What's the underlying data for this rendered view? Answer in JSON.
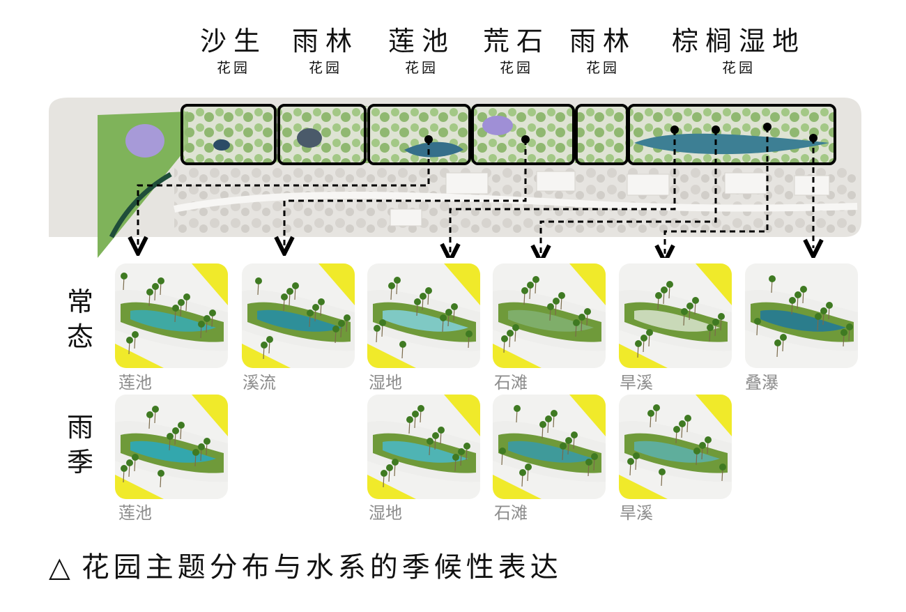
{
  "gardens": [
    {
      "name": "沙生",
      "suffix": "花园"
    },
    {
      "name": "雨林",
      "suffix": "花园"
    },
    {
      "name": "莲池",
      "suffix": "花园"
    },
    {
      "name": "荒石",
      "suffix": "花园"
    },
    {
      "name": "雨林",
      "suffix": "花园"
    },
    {
      "name": "棕榈湿地",
      "suffix": "花园"
    }
  ],
  "rows": {
    "normal": "常态",
    "rainy": "雨季"
  },
  "normal_thumbs": [
    {
      "label": "莲池",
      "water": "#3fa9a3"
    },
    {
      "label": "溪流",
      "water": "#2e8f99"
    },
    {
      "label": "湿地",
      "water": "#7fc9c4"
    },
    {
      "label": "石滩",
      "water": "#7fae6a"
    },
    {
      "label": "旱溪",
      "water": "#c9d9b8"
    },
    {
      "label": "叠瀑",
      "water": "#2b7d8c"
    }
  ],
  "rainy_thumbs": [
    {
      "label": "莲池",
      "water": "#33a7ad"
    },
    {
      "label": "湿地",
      "water": "#4fb4b4"
    },
    {
      "label": "石滩",
      "water": "#3f9a9a"
    },
    {
      "label": "旱溪",
      "water": "#5fae9c"
    }
  ],
  "caption": {
    "symbol": "△",
    "text": "花园主题分布与水系的季候性表达"
  },
  "colors": {
    "accent_yellow": "#f0ea2a",
    "garden_green": "#5e9a3c",
    "water_blue": "#3a8fa0",
    "plan_gray": "#e3e1dd",
    "frame_black": "#000000"
  }
}
